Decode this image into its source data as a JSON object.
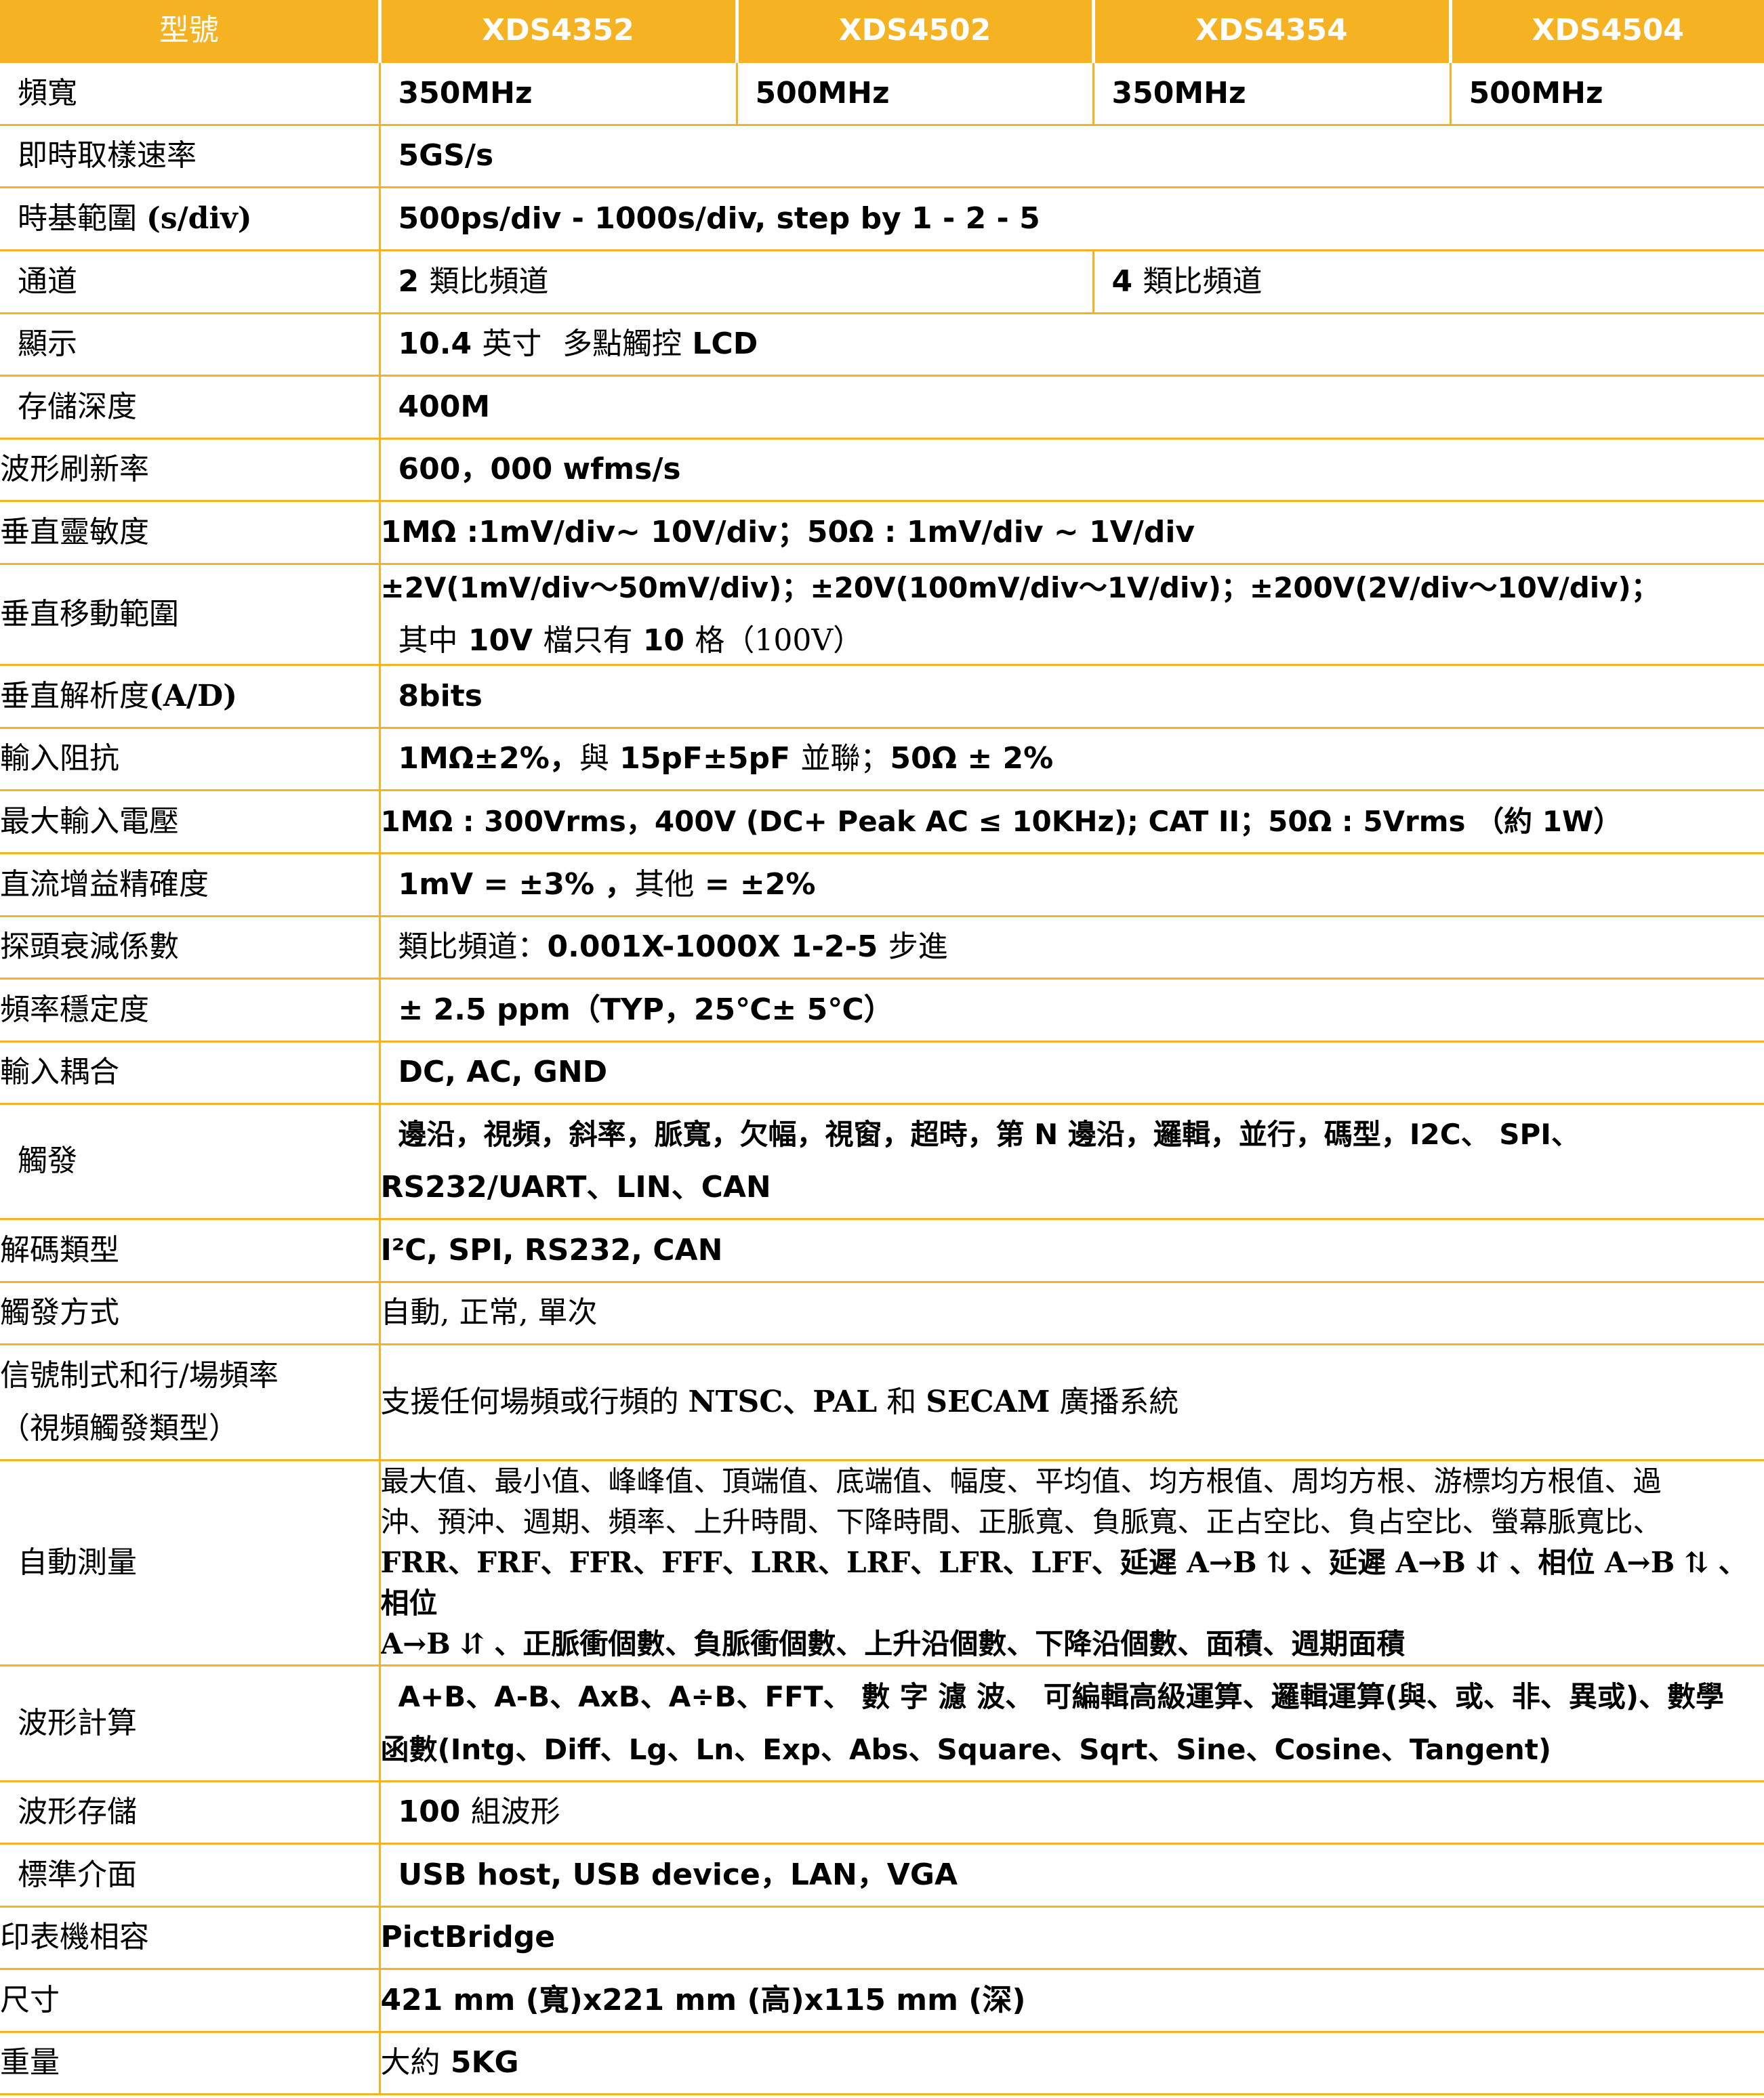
{
  "header": {
    "label": "型號",
    "models": [
      "XDS4352",
      "XDS4502",
      "XDS4354",
      "XDS4504"
    ]
  },
  "rows": {
    "bandwidth": {
      "label": "頻寬",
      "values": [
        "350MHz",
        "500MHz",
        "350MHz",
        "500MHz"
      ]
    },
    "sample_rate": {
      "label": "即時取樣速率",
      "value": "5GS/s"
    },
    "timebase": {
      "label_main": "時基範圍",
      "label_unit": "(s/div)",
      "value": "500ps/div - 1000s/div, step by 1 - 2 - 5"
    },
    "channels": {
      "label": "通道",
      "a_num": "2",
      "a_text": "類比頻道",
      "b_num": "4",
      "b_text": "類比頻道"
    },
    "display": {
      "label": "顯示",
      "size": "10.4",
      "unit": "英寸",
      "touch": "多點觸控",
      "type": "LCD"
    },
    "memory": {
      "label": "存儲深度",
      "value": "400M"
    },
    "refresh": {
      "label": "波形刷新率",
      "value": "600，000 wfms/s"
    },
    "v_sens": {
      "label": "垂直靈敏度",
      "value": "1MΩ :1mV/div~ 10V/div；50Ω : 1mV/div ~ 1V/div"
    },
    "v_offset": {
      "label": "垂直移動範圍",
      "line1": "±2V(1mV/div～50mV/div)；±20V(100mV/div～1V/div)；±200V(2V/div～10V/div)；",
      "line2_a": "其中",
      "line2_b": "10V",
      "line2_c": "檔只有",
      "line2_d": "10",
      "line2_e": "格（100V）"
    },
    "v_res": {
      "label_main": "垂直解析度",
      "label_unit": "(A/D)",
      "value": "8bits"
    },
    "impedance": {
      "label": "輸入阻抗",
      "val_a": "1MΩ±2%，",
      "val_b": "與",
      "val_c": "15pF±5pF",
      "val_d": "並聯；",
      "val_e": "50Ω ± 2%"
    },
    "max_voltage": {
      "label": "最大輸入電壓",
      "value": "1MΩ : 300Vrms，400V (DC+ Peak AC ≤ 10KHz); CAT II；50Ω : 5Vrms （約",
      "value_b": "1W）"
    },
    "dc_gain": {
      "label": "直流增益精確度",
      "val_a": "1mV = ±3% ，",
      "val_b": "其他",
      "val_c": " = ±2%"
    },
    "probe": {
      "label": "探頭衰減係數",
      "val_a": "類比頻道：",
      "val_b": "0.001X-1000X 1-2-5",
      "val_c": "步進"
    },
    "freq_stab": {
      "label": "頻率穩定度",
      "value": "± 2.5 ppm（TYP，25℃± 5℃）"
    },
    "coupling": {
      "label": "輸入耦合",
      "value": "DC, AC, GND"
    },
    "trigger": {
      "label": "觸發",
      "line1": "邊沿，視頻，斜率，脈寬，欠幅，視窗，超時，第 N 邊沿，邏輯，並行，碼型，I2C、 SPI、",
      "line2": "RS232/UART、LIN、CAN"
    },
    "decode": {
      "label": "解碼類型",
      "value": "I²C, SPI, RS232, CAN"
    },
    "trig_mode": {
      "label": "觸發方式",
      "value": "自動, 正常, 單次"
    },
    "video": {
      "label_line1": "信號制式和行/場頻率",
      "label_line2": "（視頻觸發類型）",
      "val_a": "支援任何場頻或行頻的",
      "val_b": "NTSC、PAL",
      "val_c": "和",
      "val_d": "SECAM",
      "val_e": "廣播系統"
    },
    "auto_meas": {
      "label": "自動測量",
      "line1": "最大值、最小值、峰峰值、頂端值、底端值、幅度、平均值、均方根值、周均方根、游標均方根值、過",
      "line2": "沖、預沖、週期、頻率、上升時間、下降時間、正脈寬、負脈寬、正占空比、負占空比、螢幕脈寬比、",
      "line3": "FRR、FRF、FFR、FFF、LRR、LRF、LFR、LFF、延遲 A→B ⇅ 、延遲 A→B ⇵ 、相位 A→B ⇅ 、相位",
      "line4": "A→B ⇵ 、正脈衝個數、負脈衝個數、上升沿個數、下降沿個數、面積、週期面積"
    },
    "math": {
      "label": "波形計算",
      "line1": "A+B、A-B、AxB、A÷B、FFT、 數 字 濾 波、 可編輯高級運算、邏輯運算(與、或、非、異或)、數學",
      "line2": "函數(Intg、Diff、Lg、Ln、Exp、Abs、Square、Sqrt、Sine、Cosine、Tangent)"
    },
    "storage": {
      "label": "波形存儲",
      "val_a": "100",
      "val_b": "組波形"
    },
    "interface": {
      "label": "標準介面",
      "value": "USB host, USB device，LAN，VGA"
    },
    "printer": {
      "label": "印表機相容",
      "value": "PictBridge"
    },
    "size": {
      "label": "尺寸",
      "value": "421 mm (寬)x221 mm (高)x115 mm (深)"
    },
    "weight": {
      "label": "重量",
      "val_a": "大約",
      "val_b": "5KG"
    }
  },
  "colors": {
    "accent": "#f5b223",
    "header_text": "#ffffff",
    "body_text": "#000000"
  }
}
